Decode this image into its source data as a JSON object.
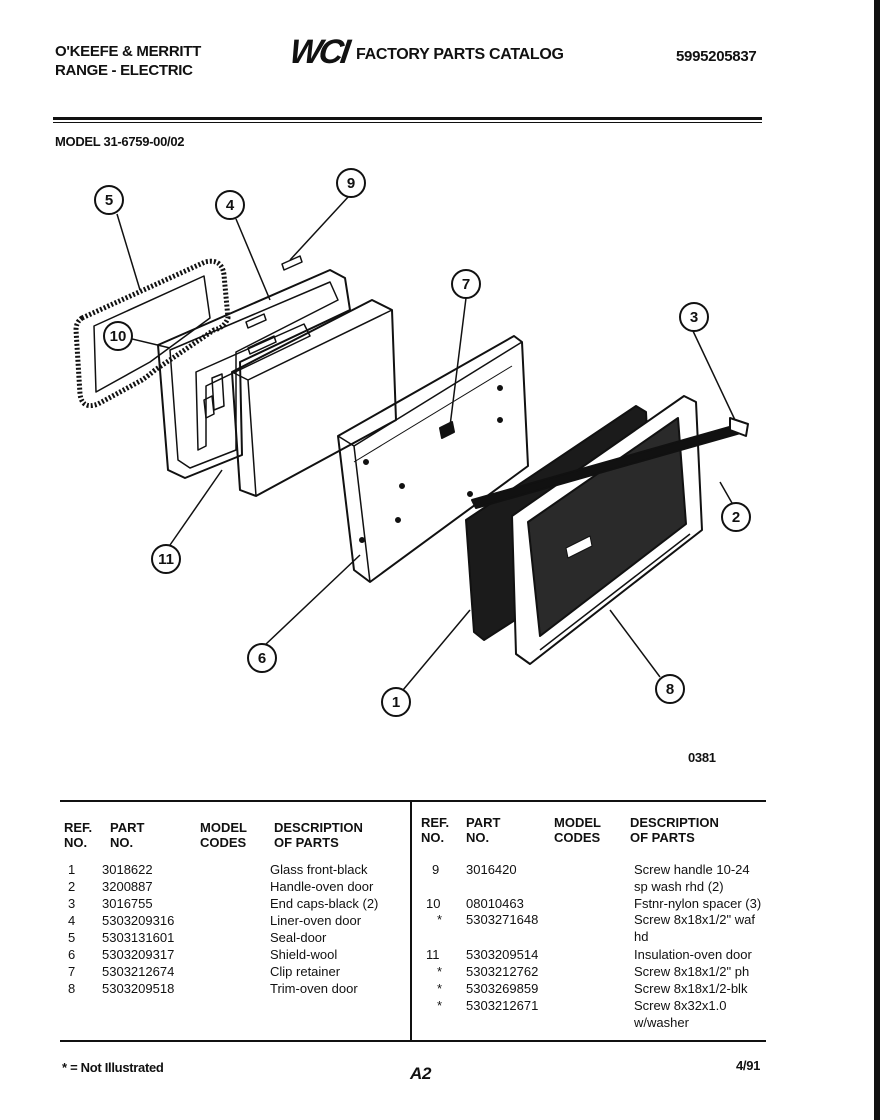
{
  "header": {
    "brand_line1": "O'KEEFE & MERRITT",
    "brand_line2": "RANGE - ELECTRIC",
    "logo_text": "WCI",
    "catalog_title": "FACTORY PARTS CATALOG",
    "catalog_number": "5995205837",
    "model_label": "MODEL 31-6759-00/02"
  },
  "diagram": {
    "callouts": [
      "1",
      "2",
      "3",
      "4",
      "5",
      "6",
      "7",
      "8",
      "9",
      "10",
      "11"
    ],
    "figure_code": "0381"
  },
  "table": {
    "left_headers": {
      "ref": [
        "REF.",
        "NO."
      ],
      "part": [
        "PART",
        "NO."
      ],
      "model": [
        "MODEL",
        "CODES"
      ],
      "desc": [
        "DESCRIPTION",
        "OF PARTS"
      ]
    },
    "right_headers": {
      "ref": [
        "REF.",
        "NO."
      ],
      "part": [
        "PART",
        "NO."
      ],
      "model": [
        "MODEL",
        "CODES"
      ],
      "desc": [
        "DESCRIPTION",
        "OF PARTS"
      ]
    },
    "left_rows": [
      {
        "ref": "1",
        "part": "3018622",
        "desc": "Glass front-black"
      },
      {
        "ref": "2",
        "part": "3200887",
        "desc": "Handle-oven door"
      },
      {
        "ref": "3",
        "part": "3016755",
        "desc": "End caps-black (2)"
      },
      {
        "ref": "4",
        "part": "5303209316",
        "desc": "Liner-oven door"
      },
      {
        "ref": "5",
        "part": "5303131601",
        "desc": "Seal-door"
      },
      {
        "ref": "6",
        "part": "5303209317",
        "desc": "Shield-wool"
      },
      {
        "ref": "7",
        "part": "5303212674",
        "desc": "Clip retainer"
      },
      {
        "ref": "8",
        "part": "5303209518",
        "desc": "Trim-oven door"
      }
    ],
    "right_rows": [
      {
        "ref": "9",
        "part": "3016420",
        "desc": "Screw handle 10-24",
        "desc2": "sp wash rhd (2)"
      },
      {
        "ref": "10",
        "part": "08010463",
        "desc": "Fstnr-nylon spacer (3)"
      },
      {
        "ref": "*",
        "part": "5303271648",
        "desc": "Screw 8x18x1/2\" waf",
        "desc2": "hd"
      },
      {
        "ref": "11",
        "part": "5303209514",
        "desc": "Insulation-oven door"
      },
      {
        "ref": "*",
        "part": "5303212762",
        "desc": "Screw 8x18x1/2\" ph"
      },
      {
        "ref": "*",
        "part": "5303269859",
        "desc": "Screw 8x18x1/2-blk"
      },
      {
        "ref": "*",
        "part": "5303212671",
        "desc": "Screw 8x32x1.0",
        "desc2": "w/washer"
      }
    ]
  },
  "footer": {
    "note": "* = Not Illustrated",
    "page": "A2",
    "date": "4/91"
  }
}
